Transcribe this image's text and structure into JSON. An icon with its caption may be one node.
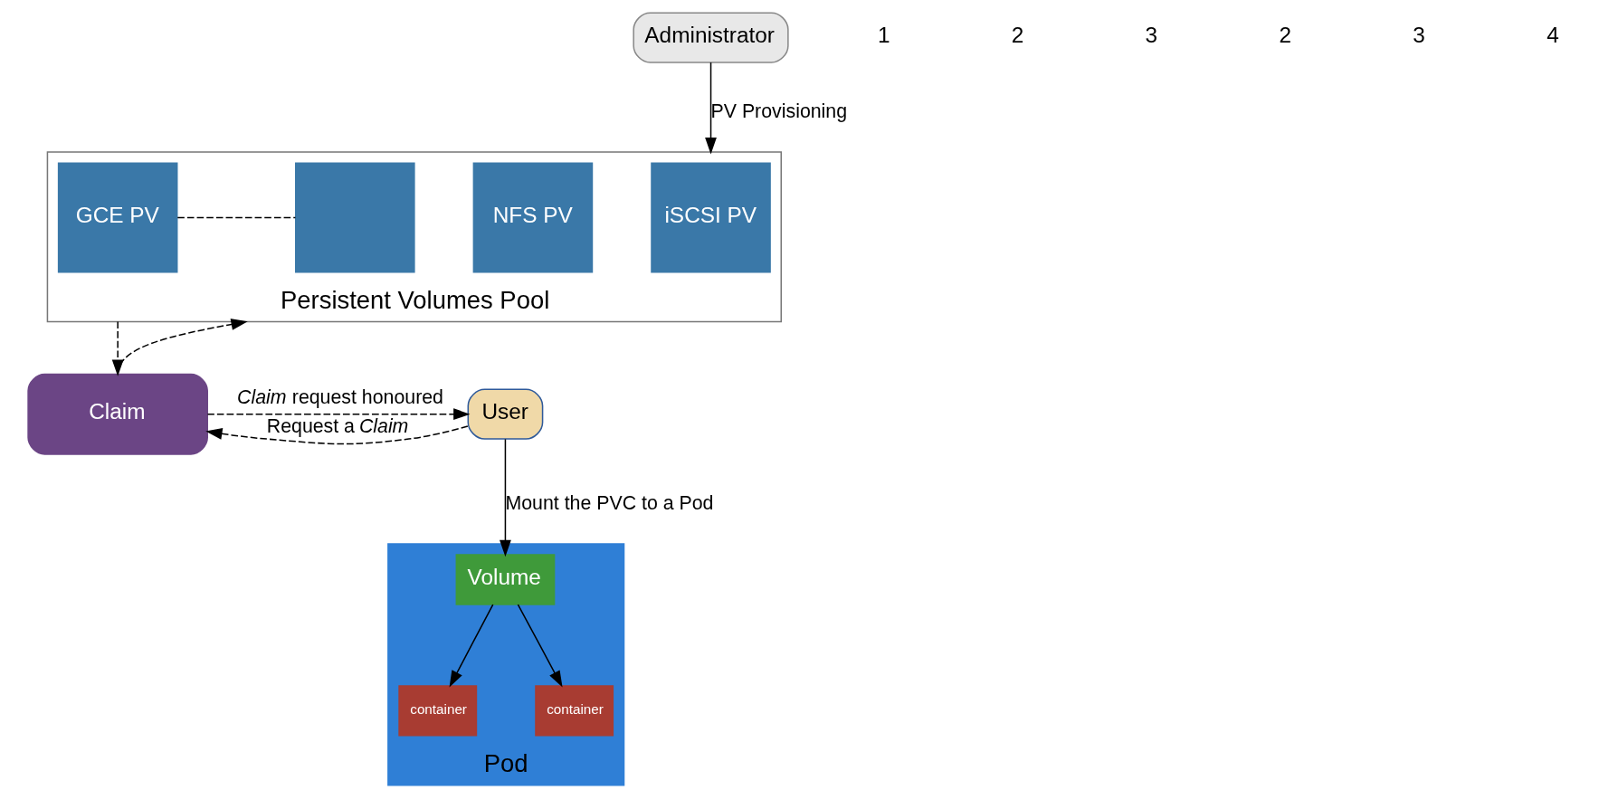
{
  "diagram": {
    "nodes": [
      {
        "text": [
          "Administrator"
        ]
      },
      {
        "text": [
          "Persistent Volumes Pool"
        ]
      },
      {
        "text": [
          "iSCSI PV"
        ],
        "in": 1
      },
      {
        "text": [
          "NFS PV"
        ],
        "in": 1
      },
      {
        "text": [
          "GCE PV"
        ],
        "in": 1
      },
      {
        "text": [],
        "shape": "box",
        "in": 1
      },
      {
        "text": [
          "Claim"
        ]
      },
      {
        "text": [
          "User"
        ]
      },
      {
        "text": [
          "Pod"
        ]
      },
      {
        "text": [
          "container"
        ],
        "in": 8
      },
      {
        "text": [
          "container"
        ],
        "in": 8
      },
      {
        "text": [
          "Volume"
        ],
        "in": 8
      }
    ],
    "edges": [
      {
        "from": 0,
        "to": 1,
        "arrow": "to",
        "label": "PV Provisioning"
      },
      {
        "from": 4,
        "to": 5,
        "arrow": "none",
        "style": "dashed"
      },
      {
        "from": 1,
        "to": 6,
        "arrow": "to",
        "style": "dashed"
      },
      {
        "from": 6,
        "to": 1,
        "arrow": "to",
        "style": "dashed"
      },
      {
        "from": 7,
        "to": 6,
        "arrow": "to",
        "style": "dashed",
        "label": "Request a *Claim*"
      },
      {
        "from": 6,
        "to": 7,
        "arrow": "to",
        "style": "dashed",
        "label": "*Claim* request honoured"
      },
      {
        "from": 7,
        "to": 11,
        "arrow": "to",
        "label": "Mount the PVC to a Pod"
      },
      {
        "from": 11,
        "to": 9,
        "arrow": "to"
      },
      {
        "from": 11,
        "to": 10,
        "arrow": "to"
      }
    ],
    "labels": [
      "1",
      "2",
      "3",
      "2",
      "3",
      "4"
    ]
  }
}
